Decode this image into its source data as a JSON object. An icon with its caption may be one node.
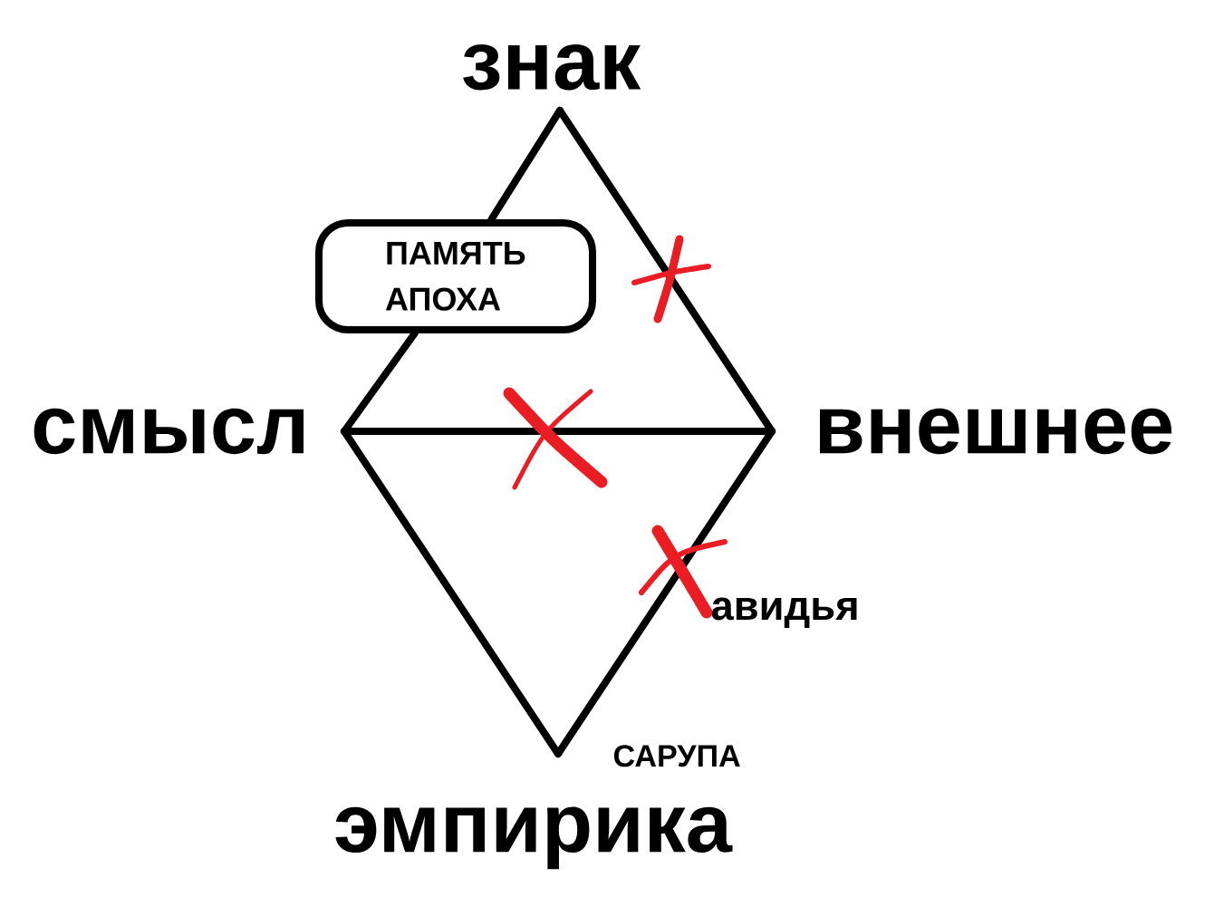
{
  "diagram": {
    "nodes": [
      {
        "text": [
          "знак"
        ]
      },
      {
        "text": [
          "ПАМЯТЬ АПОХА"
        ]
      },
      {
        "text": [
          "смысл"
        ]
      },
      {
        "text": [
          "внешнее"
        ]
      },
      {
        "text": [
          "эмпирика"
        ]
      }
    ],
    "edges": [
      {
        "from": 0,
        "to": 1,
        "arrow": "none"
      },
      {
        "from": 1,
        "to": 2,
        "arrow": "none"
      },
      {
        "from": 0,
        "to": 3,
        "arrow": "none"
      },
      {
        "from": 2,
        "to": 3,
        "arrow": "none"
      },
      {
        "from": 2,
        "to": 4,
        "arrow": "none"
      },
      {
        "from": 3,
        "to": 4,
        "arrow": "none"
      }
    ],
    "labels": [
      "авидья",
      "САРУПА"
    ]
  }
}
